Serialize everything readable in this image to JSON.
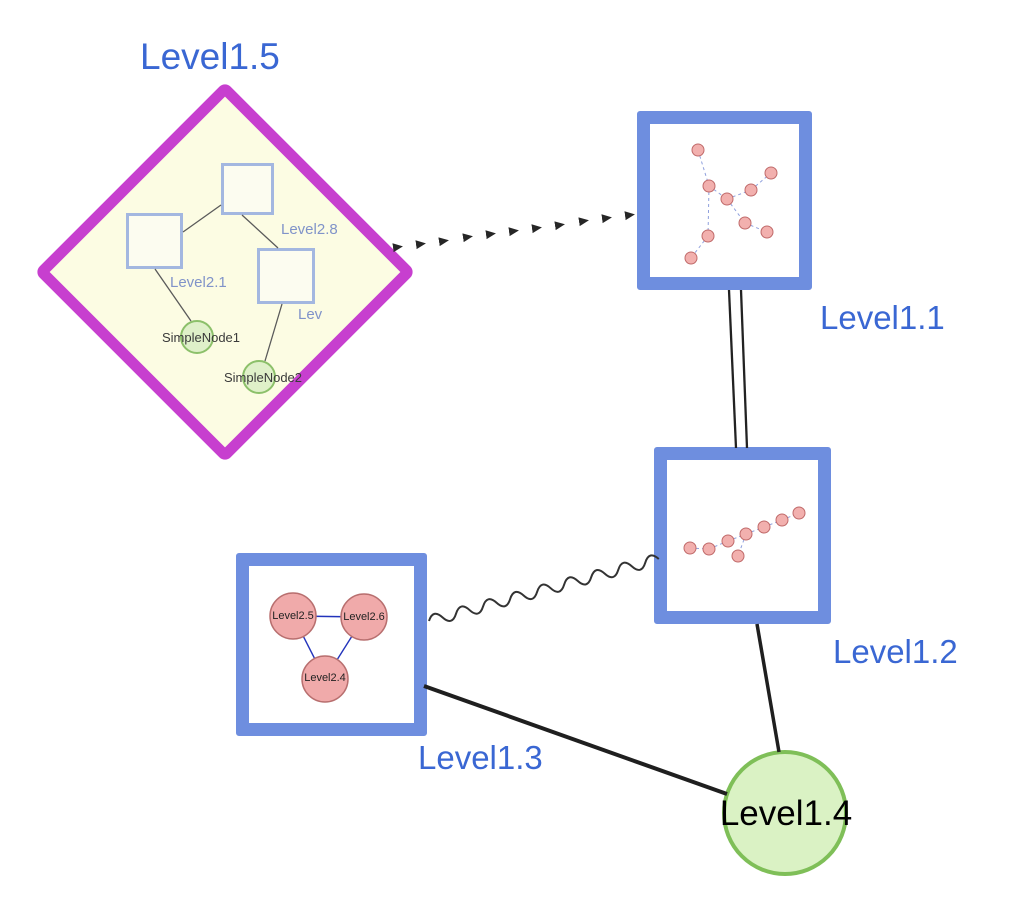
{
  "colors": {
    "label_blue": "#3a67d3",
    "diamond_border": "#c73fcf",
    "diamond_fill": "#fcfce3",
    "group_node_border": "#6e8edf",
    "green_node_fill": "#dff0c9",
    "green_node_border": "#8cc06a",
    "big_green_fill": "#daf2c4",
    "pink_node_fill": "#f2b0ae",
    "edge_black": "#222222",
    "inner_edge_blue": "#2233bb"
  },
  "groups": {
    "level15": {
      "label": "Level1.5",
      "children": {
        "level28": {
          "label": "Level2.8"
        },
        "level21": {
          "label": "Level2.1"
        },
        "lev": {
          "label": "Lev"
        },
        "simplenode1": {
          "label": "SimpleNode1"
        },
        "simplenode2": {
          "label": "SimpleNode2"
        }
      }
    },
    "level11": {
      "label": "Level1.1"
    },
    "level12": {
      "label": "Level1.2"
    },
    "level13": {
      "label": "Level1.3",
      "children": {
        "level25": {
          "label": "Level2.5"
        },
        "level26": {
          "label": "Level2.6"
        },
        "level24": {
          "label": "Level2.4"
        }
      }
    },
    "level14": {
      "label": "Level1.4"
    }
  }
}
